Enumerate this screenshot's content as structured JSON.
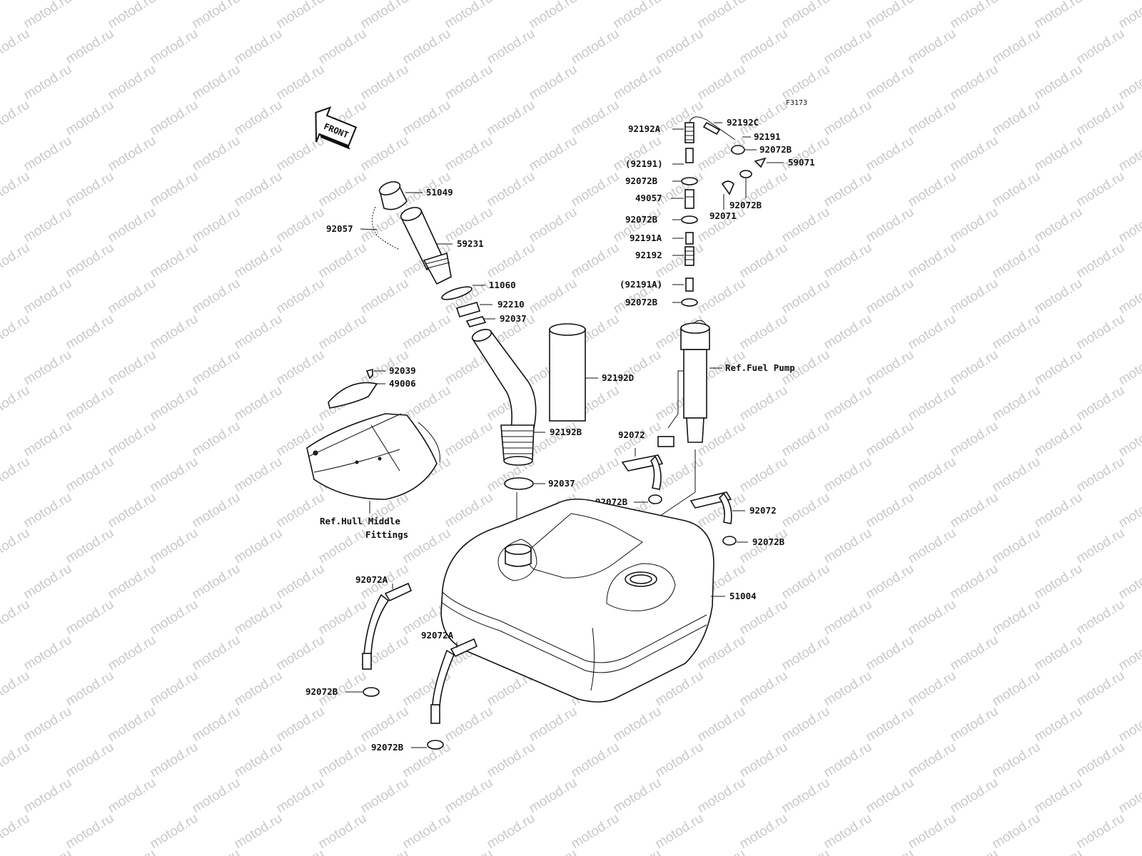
{
  "watermark": {
    "text": "motod.ru"
  },
  "figure_code": "F3173",
  "front_label": "FRONT",
  "colors": {
    "ink": "#111111",
    "watermark": "#c9c9c9",
    "background": "#ffffff"
  },
  "labels": {
    "p51049": "51049",
    "p92057": "92057",
    "p59231": "59231",
    "p11060": "11060",
    "p92210": "92210",
    "p92037a": "92037",
    "p92039": "92039",
    "p49006": "49006",
    "p92192D": "92192D",
    "p92192B": "92192B",
    "p92037b": "92037",
    "ref_hull_1": "Ref.Hull Middle",
    "ref_hull_2": "Fittings",
    "p92192A": "92192A",
    "p92192C": "92192C",
    "p92191": "92191",
    "p92072B_top": "92072B",
    "p92191_paren": "(92191)",
    "p59071": "59071",
    "p92072B_1": "92072B",
    "p49057": "49057",
    "p92072B_2": "92072B",
    "p92071": "92071",
    "p92072B_3": "92072B",
    "p92191A": "92191A",
    "p92192": "92192",
    "p92191A_paren": "(92191A)",
    "p92072B_4": "92072B",
    "ref_fuel_pump": "Ref.Fuel Pump",
    "p92072_a": "92072",
    "p92072B_5": "92072B",
    "p92072_b": "92072",
    "p92072B_6": "92072B",
    "p51004": "51004",
    "p92072A_a": "92072A",
    "p92072A_b": "92072A",
    "p92072B_7": "92072B",
    "p92072B_8": "92072B"
  }
}
